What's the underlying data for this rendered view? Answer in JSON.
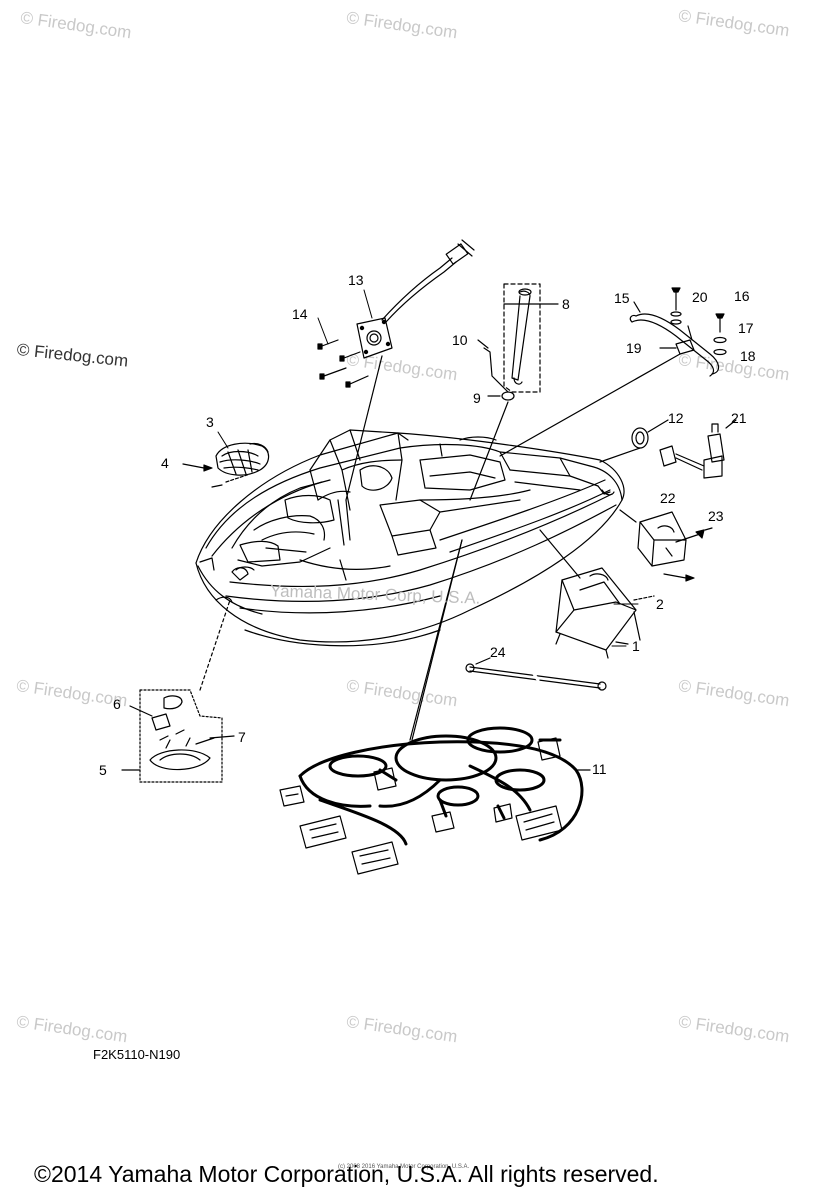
{
  "watermarks": {
    "text": "© Firedog.com",
    "left_edge_text": "© Firedog.com"
  },
  "diagram": {
    "center_watermark": "Yamaha Motor Corp, U.S.A.",
    "figure_code": "F2K5110-N190",
    "copyright": "©2014 Yamaha Motor Corporation, U.S.A. All rights reserved.",
    "fine_print": "(c) 2008 2016 Yamaha Motor Corporation, U.S.A.",
    "callouts": [
      "1",
      "2",
      "3",
      "4",
      "5",
      "6",
      "7",
      "8",
      "9",
      "10",
      "11",
      "12",
      "13",
      "14",
      "15",
      "16",
      "17",
      "18",
      "19",
      "20",
      "21",
      "22",
      "23",
      "24"
    ]
  },
  "colors": {
    "line": "#000000",
    "watermark": "#c9c9c9"
  }
}
